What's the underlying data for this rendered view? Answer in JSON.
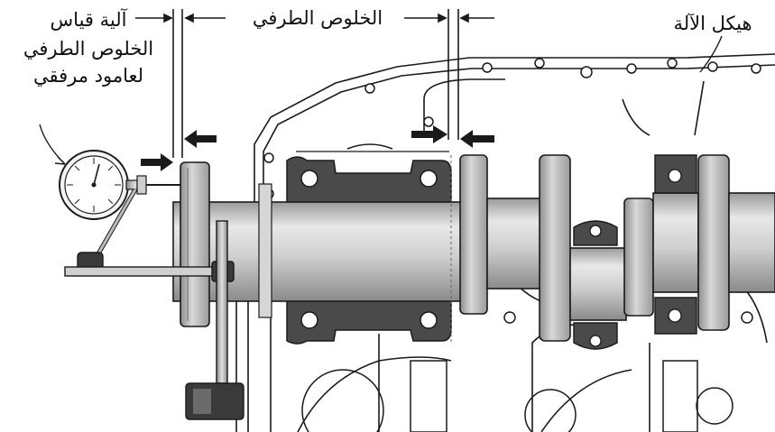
{
  "labels": {
    "gauge_line1": "آلية قياس",
    "gauge_line2": "الخلوص الطرفي",
    "gauge_line3": "لعامود مرفقي",
    "end_play": "الخلوص الطرفي",
    "machine_frame": "هيكل الآلة"
  },
  "colors": {
    "line": "#1a1a1a",
    "shaft_mid": "#c9c9c9",
    "shaft_dark": "#8c8c8c",
    "shaft_light": "#ececec",
    "bearing": "#444444",
    "arrow": "#1a1a1a"
  },
  "icons": [
    "dial-indicator-icon",
    "magnetic-base-icon",
    "push-arrow-icon"
  ]
}
